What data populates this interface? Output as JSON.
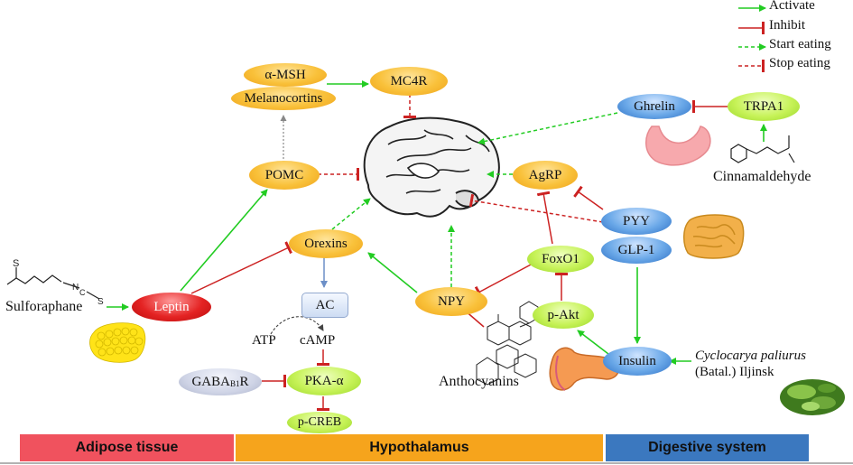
{
  "legend": {
    "activate": "Activate",
    "inhibit": "Inhibit",
    "start_eating": "Start eating",
    "stop_eating": "Stop eating"
  },
  "nodes": {
    "alpha_msh": "α-MSH",
    "melanocortins": "Melanocortins",
    "mc4r": "MC4R",
    "pomc": "POMC",
    "orexins": "Orexins",
    "leptin": "Leptin",
    "ac": "AC",
    "atp": "ATP",
    "camp": "cAMP",
    "pka_alpha": "PKA-α",
    "p_creb": "p-CREB",
    "gaba_main": "GABA",
    "gaba_sub": "B1",
    "gaba_end": "R",
    "npy": "NPY",
    "agrp": "AgRP",
    "ghrelin": "Ghrelin",
    "trpa1": "TRPA1",
    "pyy": "PYY",
    "glp1": "GLP-1",
    "foxo1": "FoxO1",
    "p_akt": "p-Akt",
    "insulin": "Insulin"
  },
  "compounds": {
    "sulforaphane": "Sulforaphane",
    "cinnamaldehyde": "Cinnamaldehyde",
    "anthocyanins": "Anthocyanins",
    "cyclocarya_line1": "Cyclocarya paliurus",
    "cyclocarya_line2": "(Batal.) Iljinsk"
  },
  "regions": {
    "adipose": "Adipose tissue",
    "hypothalamus": "Hypothalamus",
    "digestive": "Digestive system"
  },
  "colors": {
    "activate": "#22cc22",
    "inhibit": "#cc2222",
    "adipose_bar": "#f0525e",
    "hypothalamus_bar": "#f6a41c",
    "digestive_bar": "#3b78bf"
  },
  "icons": [
    "brain-icon",
    "stomach-icon",
    "intestine-icon",
    "pancreas-icon",
    "yellow-cells-icon",
    "green-leaves-icon"
  ]
}
